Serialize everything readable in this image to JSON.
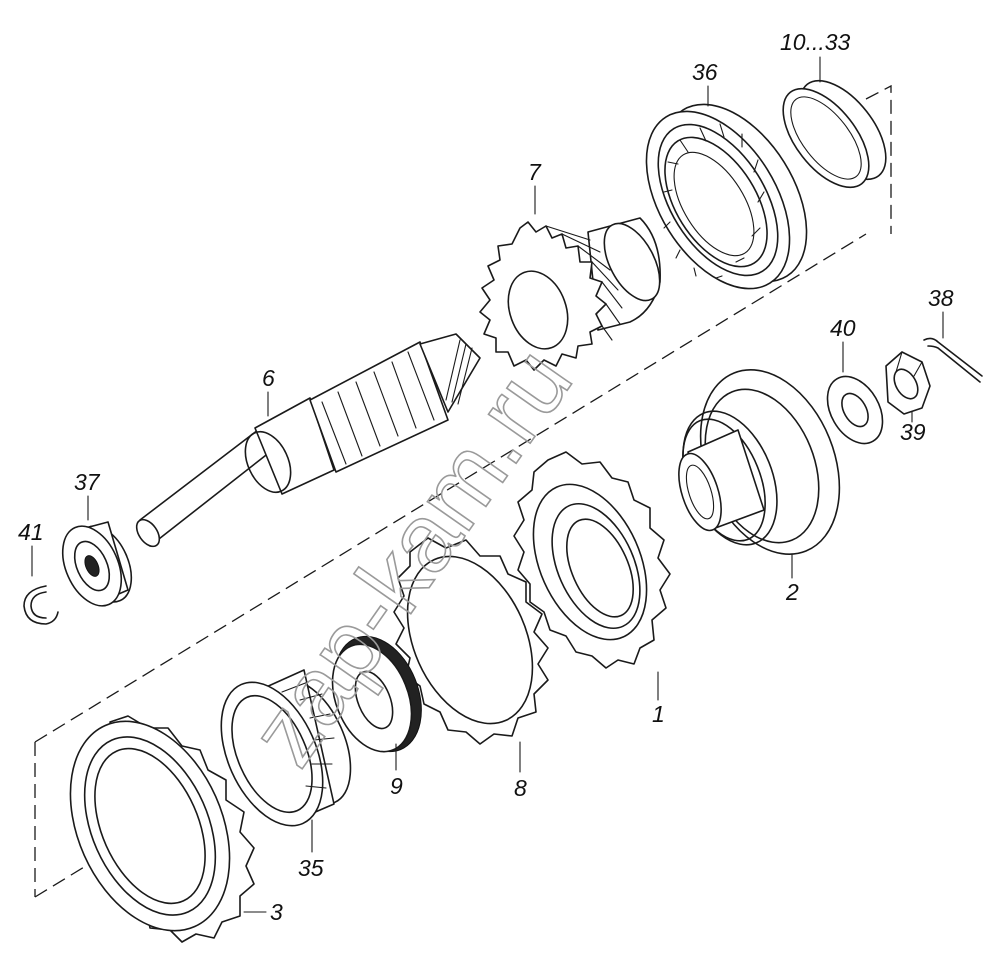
{
  "diagram": {
    "callouts": {
      "p1": "1",
      "p2": "2",
      "p3": "3",
      "p6": "6",
      "p7": "7",
      "p8": "8",
      "p9": "9",
      "p10_33": "10...33",
      "p35": "35",
      "p36": "36",
      "p37": "37",
      "p38": "38",
      "p39": "39",
      "p40": "40",
      "p41": "41"
    },
    "watermark": "zap-kam.ru"
  }
}
